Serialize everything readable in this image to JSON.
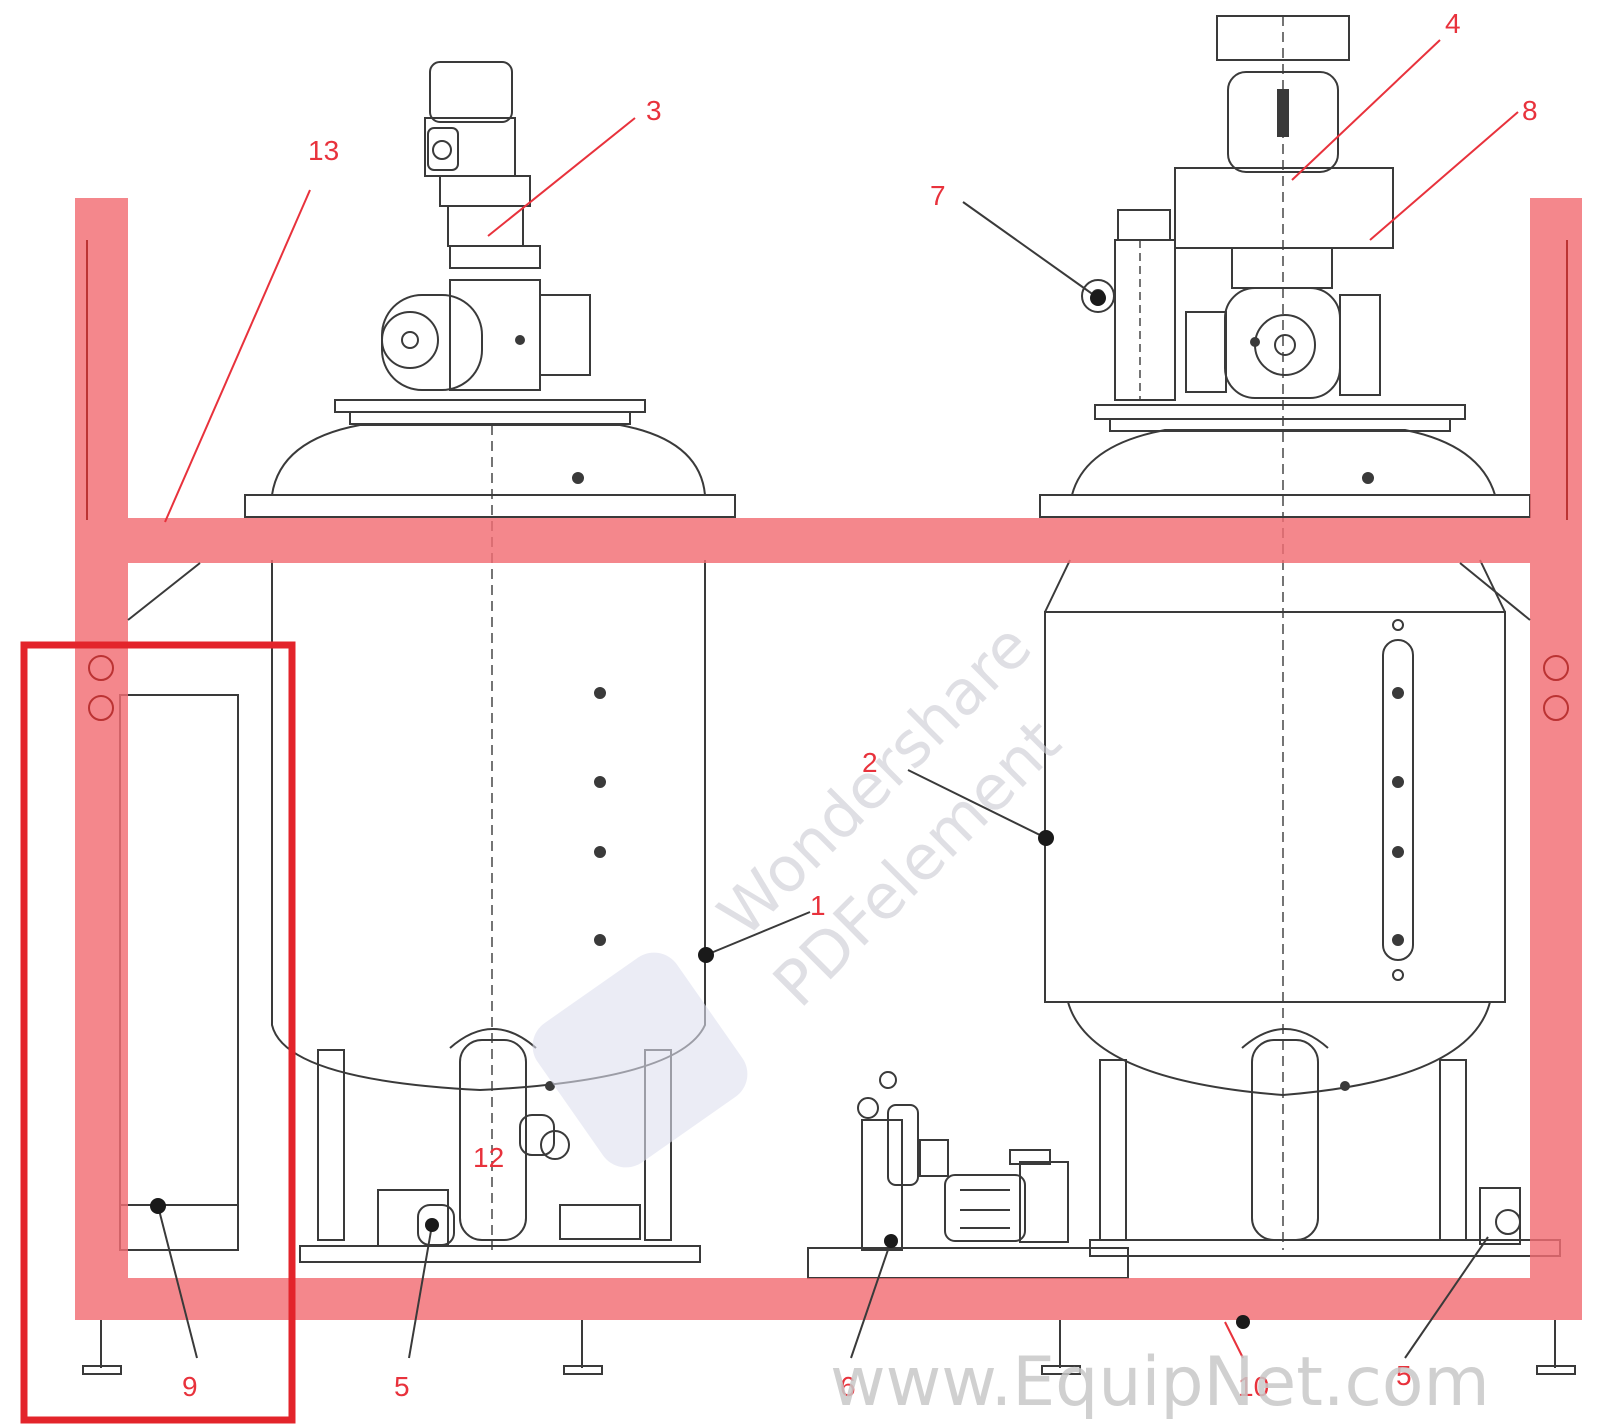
{
  "callouts": {
    "c1": "1",
    "c2": "2",
    "c3": "3",
    "c4": "4",
    "c5a": "5",
    "c5b": "5",
    "c6": "6",
    "c7": "7",
    "c8": "8",
    "c9": "9",
    "c10": "10",
    "c12": "12",
    "c13": "13"
  },
  "watermark": {
    "brand_line1": "Wondershare",
    "brand_line2": "PDFelement",
    "site": "www.EquipNet.com"
  },
  "colors": {
    "frame_highlight": "#f26d73",
    "box_outline": "#e3242b",
    "callout_text": "#e8323c",
    "line_art": "#3a3a3a"
  }
}
